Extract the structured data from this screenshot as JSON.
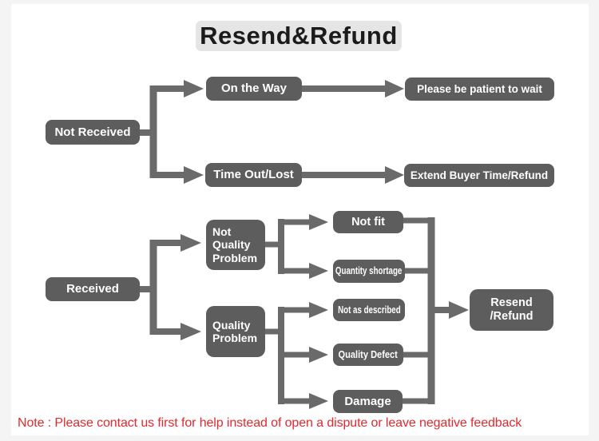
{
  "title": "Resend&Refund",
  "note": "Note : Please contact us first for help instead of open a dispute or leave negative feedback",
  "nodes": {
    "not_received": "Not Received",
    "on_the_way": "On the Way",
    "be_patient": "Please be patient to wait",
    "time_out_lost": "Time Out/Lost",
    "extend_buyer": "Extend Buyer Time/Refund",
    "received": "Received",
    "not_quality_problem": {
      "line1": "Not",
      "line2": "Quality",
      "line3": "Problem"
    },
    "quality_problem": {
      "line1": "Quality",
      "line2": "Problem"
    },
    "not_fit": "Not fit",
    "quantity_shortage": "Quantity shortage",
    "not_as_described": "Not as described",
    "quality_defect": "Quality Defect",
    "damage": "Damage",
    "resend_refund": {
      "line1": "Resend",
      "line2": "/Refund"
    }
  },
  "colors": {
    "box_fill": "#5d5d5d",
    "box_text": "#ffffff",
    "connector": "#6a6a6a",
    "title_bg": "#e5e5e5",
    "title_text": "#1b1b1b",
    "note_red": "#e02a2e",
    "frame_bg": "#f4f4f5",
    "canvas_bg": "#ffffff"
  }
}
